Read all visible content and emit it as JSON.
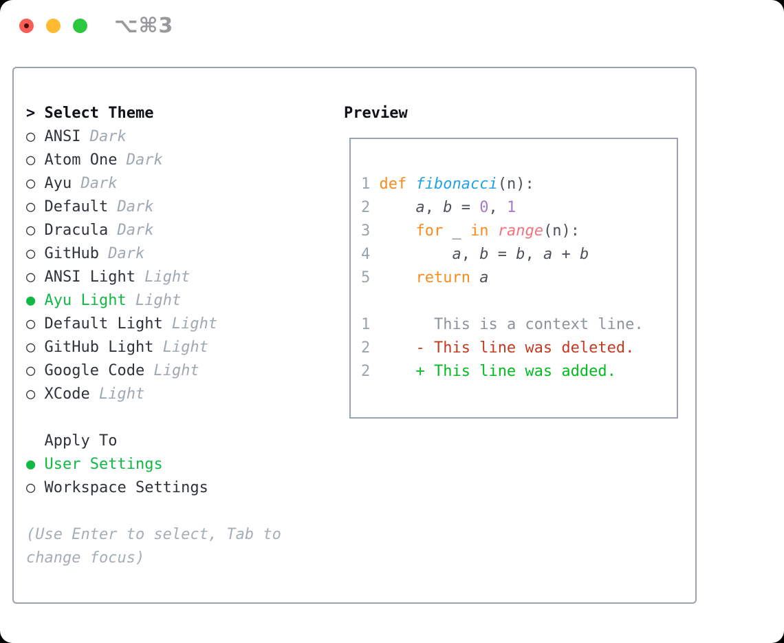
{
  "window": {
    "title": "⌥⌘3",
    "traffic_lights": [
      {
        "name": "close",
        "has_dot": true
      },
      {
        "name": "minimize",
        "has_dot": false
      },
      {
        "name": "zoom",
        "has_dot": false
      }
    ]
  },
  "theme_picker": {
    "header": {
      "prefix": "> ",
      "label": "Select Theme"
    },
    "items": [
      {
        "name": "ANSI",
        "variant": "Dark",
        "selected": false
      },
      {
        "name": "Atom One",
        "variant": "Dark",
        "selected": false
      },
      {
        "name": "Ayu",
        "variant": "Dark",
        "selected": false
      },
      {
        "name": "Default",
        "variant": "Dark",
        "selected": false
      },
      {
        "name": "Dracula",
        "variant": "Dark",
        "selected": false
      },
      {
        "name": "GitHub",
        "variant": "Dark",
        "selected": false
      },
      {
        "name": "ANSI Light",
        "variant": "Light",
        "selected": false
      },
      {
        "name": "Ayu Light",
        "variant": "Light",
        "selected": true
      },
      {
        "name": "Default Light",
        "variant": "Light",
        "selected": false
      },
      {
        "name": "GitHub Light",
        "variant": "Light",
        "selected": false
      },
      {
        "name": "Google Code",
        "variant": "Light",
        "selected": false
      },
      {
        "name": "XCode",
        "variant": "Light",
        "selected": false
      }
    ],
    "markers": {
      "unselected": "○",
      "selected": "●",
      "header_indent": "  "
    },
    "apply_to": {
      "label": "Apply To",
      "options": [
        {
          "label": "User Settings",
          "selected": true
        },
        {
          "label": "Workspace Settings",
          "selected": false
        }
      ]
    },
    "help_lines": [
      "(Use Enter to select, Tab to",
      "change focus)"
    ]
  },
  "preview": {
    "label": "Preview",
    "code_lines": [
      [
        {
          "t": "1 ",
          "c": "ln"
        },
        {
          "t": "def",
          "c": "kw"
        },
        {
          "t": " ",
          "c": "pl"
        },
        {
          "t": "fibonacci",
          "c": "fn"
        },
        {
          "t": "(n):",
          "c": "pl"
        }
      ],
      [
        {
          "t": "2 ",
          "c": "ln"
        },
        {
          "t": "    ",
          "c": "pl"
        },
        {
          "t": "a",
          "c": "var"
        },
        {
          "t": ", ",
          "c": "pl"
        },
        {
          "t": "b",
          "c": "var"
        },
        {
          "t": " = ",
          "c": "pl"
        },
        {
          "t": "0",
          "c": "num"
        },
        {
          "t": ", ",
          "c": "pl"
        },
        {
          "t": "1",
          "c": "num"
        }
      ],
      [
        {
          "t": "3 ",
          "c": "ln"
        },
        {
          "t": "    ",
          "c": "pl"
        },
        {
          "t": "for",
          "c": "kw"
        },
        {
          "t": " _ ",
          "c": "pl"
        },
        {
          "t": "in",
          "c": "kw"
        },
        {
          "t": " ",
          "c": "pl"
        },
        {
          "t": "range",
          "c": "call"
        },
        {
          "t": "(n):",
          "c": "pl"
        }
      ],
      [
        {
          "t": "4 ",
          "c": "ln"
        },
        {
          "t": "        ",
          "c": "pl"
        },
        {
          "t": "a",
          "c": "var"
        },
        {
          "t": ", ",
          "c": "pl"
        },
        {
          "t": "b",
          "c": "var"
        },
        {
          "t": " = ",
          "c": "pl"
        },
        {
          "t": "b",
          "c": "var"
        },
        {
          "t": ", ",
          "c": "pl"
        },
        {
          "t": "a",
          "c": "var"
        },
        {
          "t": " + ",
          "c": "pl"
        },
        {
          "t": "b",
          "c": "var"
        }
      ],
      [
        {
          "t": "5 ",
          "c": "ln"
        },
        {
          "t": "    ",
          "c": "pl"
        },
        {
          "t": "return",
          "c": "kw"
        },
        {
          "t": " ",
          "c": "pl"
        },
        {
          "t": "a",
          "c": "var"
        }
      ],
      [],
      [
        {
          "t": "1 ",
          "c": "ln"
        },
        {
          "t": "      ",
          "c": "pl"
        },
        {
          "t": "This is a context line.",
          "c": "ctx"
        }
      ],
      [
        {
          "t": "2 ",
          "c": "ln"
        },
        {
          "t": "    ",
          "c": "pl"
        },
        {
          "t": "- This line was deleted.",
          "c": "del"
        }
      ],
      [
        {
          "t": "2 ",
          "c": "ln"
        },
        {
          "t": "    ",
          "c": "pl"
        },
        {
          "t": "+ This line was added.",
          "c": "add"
        }
      ]
    ]
  },
  "colors": {
    "light_red": "#f85e55",
    "light_red_dot": "#4e0c07",
    "light_yellow": "#febb32",
    "light_green": "#2bc840",
    "title_gray": "#98989d",
    "border_gray": "#9aa2ad",
    "header_text": "#0e1116",
    "item_text": "#2e3339",
    "muted_gray": "#9fa9b4",
    "help_gray": "#a4aeb9",
    "selection_green": "#0fb944",
    "line_number": "#99a3ad",
    "code_text": "#4d5259",
    "keyword_orange": "#fa8c1e",
    "function_blue": "#21a3e8",
    "call_coral": "#f3737e",
    "number_purple": "#a37acc",
    "context_gray": "#8b949e",
    "deleted_red": "#c43a21",
    "added_green": "#00bd1f"
  }
}
